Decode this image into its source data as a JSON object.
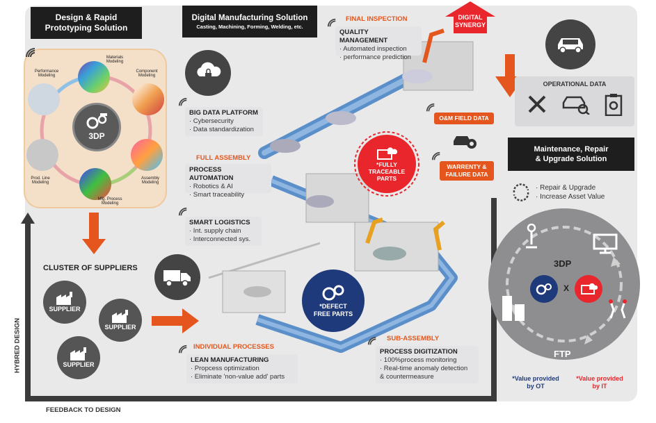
{
  "design": {
    "title_line1": "Design & Rapid",
    "title_line2": "Prototyping Solution",
    "nodes": {
      "materials": "Materials Modeling",
      "performance": "Performance Modeling",
      "component": "Component Modeling",
      "prodline": "Prod. Line Modeling",
      "assembly": "Assembly Modeling",
      "mfg": "Mfg. Process Modeling"
    },
    "center": "3DP"
  },
  "digital": {
    "title": "Digital Manufacturing Solution",
    "subtitle": "Casting, Machining, Forming, Welding, etc."
  },
  "final_inspection": {
    "label": "FINAL INSPECTION",
    "box_title": "QUALITY MANAGEMENT",
    "items": [
      "· Automated inspection",
      "· performance prediction"
    ]
  },
  "digital_synergy": {
    "line1": "DIGITAL",
    "line2": "SYNERGY"
  },
  "big_data": {
    "box_title": "BIG DATA PLATFORM",
    "items": [
      "· Cybersecurity",
      "· Data standardization"
    ]
  },
  "full_assembly": {
    "label": "FULL ASSEMBLY",
    "box_title": "PROCESS AUTOMATION",
    "items": [
      "· Robotics & AI",
      "· Smart traceability"
    ]
  },
  "smart_logistics": {
    "box_title": "SMART LOGISTICS",
    "items": [
      "· Int. supply chain",
      "· Interconnected sys."
    ]
  },
  "traceable": {
    "line1": "*FULLY",
    "line2": "TRACEABLE",
    "line3": "PARTS"
  },
  "defect_free": {
    "line1": "*DEFECT",
    "line2": "FREE PARTS"
  },
  "suppliers": {
    "title": "CLUSTER OF SUPPLIERS",
    "s1": "SUPPLIER",
    "s2": "SUPPLIER",
    "s3": "SUPPLIER"
  },
  "individual": {
    "label": "INDIVIDUAL PROCESSES",
    "box_title": "LEAN MANUFACTURING",
    "items": [
      "· Propcess optimization",
      "· Eliminate 'non-value add' parts"
    ]
  },
  "sub_assembly": {
    "label": "SUB-ASSEMBLY",
    "box_title": "PROCESS DIGITIZATION",
    "items": [
      "· 100%process monitoring",
      "· Real-time anomaly detection",
      "& countermeasure"
    ]
  },
  "om_field": "O&M FIELD DATA",
  "warrenty": {
    "line1": "WARRENTY &",
    "line2": "FAILURE DATA"
  },
  "operational": {
    "title": "OPERATIONAL DATA"
  },
  "maintenance": {
    "line1": "Maintenance, Repair",
    "line2": "& Upgrade Solution",
    "items": [
      "· Repair & Upgrade",
      "· Increase Asset Value"
    ]
  },
  "cycle": {
    "top": "3DP",
    "bottom": "FTP",
    "x": "X",
    "ot_line1": "*Value provided",
    "ot_line2": "by OT",
    "it_line1": "*Value provided",
    "it_line2": "by IT"
  },
  "side": {
    "hybred": "HYBRED DESIGN",
    "feedback": "FEEDBACK TO DESIGN"
  },
  "colors": {
    "accent": "#e4561d",
    "red": "#e8262b",
    "navy": "#1f3a7a",
    "dark": "#1e1e1e"
  }
}
